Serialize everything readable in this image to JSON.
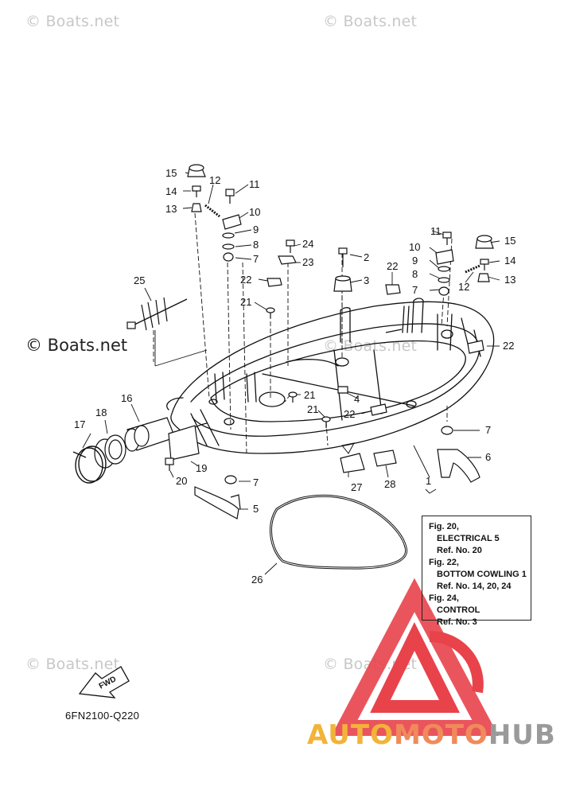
{
  "watermarks": {
    "top_left": "© Boats.net",
    "top_right": "© Boats.net",
    "mid_left": "© Boats.net",
    "mid_center": "© Boats.net",
    "bottom_left": "© Boats.net",
    "bottom_right": "© Boats.net"
  },
  "callouts": {
    "c1": "1",
    "c2": "2",
    "c3": "3",
    "c4": "4",
    "c5a": "5",
    "c6": "6",
    "c7a": "7",
    "c7b": "7",
    "c7c": "7",
    "c7d": "7",
    "c8a": "8",
    "c8b": "8",
    "c9a": "9",
    "c9b": "9",
    "c10a": "10",
    "c10b": "10",
    "c11a": "11",
    "c11b": "11",
    "c12a": "12",
    "c12b": "12",
    "c13a": "13",
    "c13b": "13",
    "c14a": "14",
    "c14b": "14",
    "c15a": "15",
    "c15b": "15",
    "c16": "16",
    "c17": "17",
    "c18": "18",
    "c19": "19",
    "c20": "20",
    "c21a": "21",
    "c21b": "21",
    "c21c": "21",
    "c22a": "22",
    "c22b": "22",
    "c22c": "22",
    "c22d": "22",
    "c23": "23",
    "c24": "24",
    "c25": "25",
    "c26": "26",
    "c27": "27",
    "c28": "28"
  },
  "reference_box": {
    "l1": "Fig. 20,",
    "l2": "ELECTRICAL 5",
    "l3": "Ref. No. 20",
    "l4": "Fig. 22,",
    "l5": "BOTTOM COWLING 1",
    "l6": "Ref. No. 14, 20, 24",
    "l7": "Fig. 24,",
    "l8": "CONTROL",
    "l9": "Ref. No. 3"
  },
  "fwd_label": "FWD",
  "drawing_code": "6FN2100-Q220",
  "brand": {
    "part1": "AUTO",
    "part2": "MOTO",
    "part3": "HUB"
  },
  "colors": {
    "logo_red": "#e8434b",
    "logo_orange": "#f2b33a",
    "logo_salmon": "#f08a5b",
    "logo_gray": "#9a9a9a"
  }
}
